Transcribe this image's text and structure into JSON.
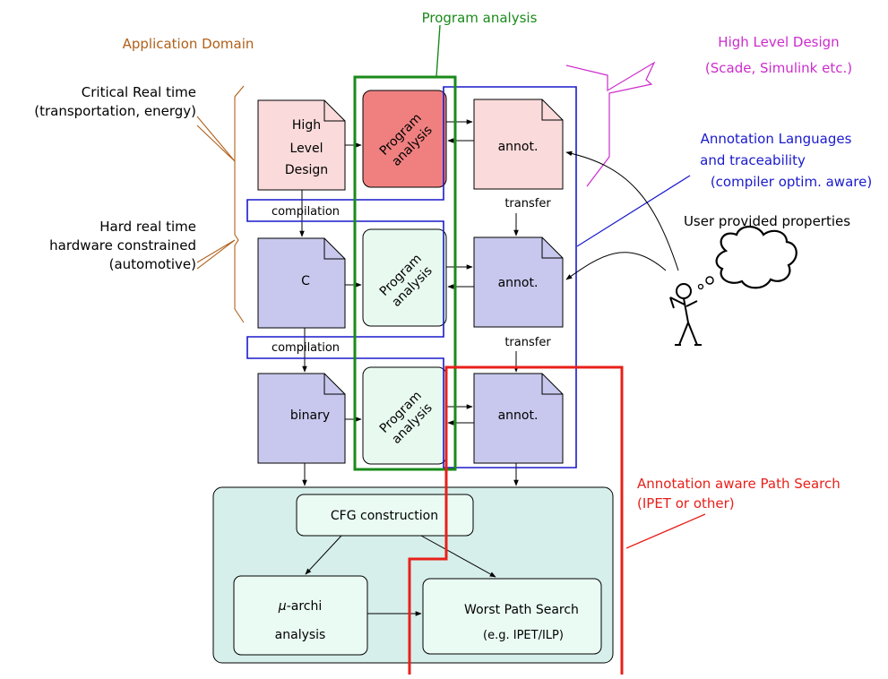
{
  "labels": {
    "program_analysis_title": "Program analysis",
    "application_domain": "Application Domain",
    "high_level_design_title": "High Level Design",
    "high_level_design_subtitle": "(Scade, Simulink etc.)",
    "critical_rt_1": "Critical Real time",
    "critical_rt_2": "(transportation, energy)",
    "hard_rt_1": "Hard real time",
    "hard_rt_2": "hardware constrained",
    "hard_rt_3": "(automotive)",
    "annot_lang_1": "Annotation Languages",
    "annot_lang_2": "and traceability",
    "annot_lang_3": "(compiler optim. aware)",
    "user_props": "User provided properties",
    "path_search_1": "Annotation aware Path Search",
    "path_search_2": "(IPET or other)"
  },
  "docs": {
    "hld_1": "High",
    "hld_2": "Level",
    "hld_3": "Design",
    "c": "C",
    "binary": "binary",
    "annot": "annot."
  },
  "program_analysis_box": {
    "line1": "Program",
    "line2": "analysis"
  },
  "edges": {
    "compilation": "compilation",
    "transfer": "transfer"
  },
  "wcet": {
    "cfg": "CFG construction",
    "uarchi_mu": "μ",
    "uarchi_rest": "-archi",
    "uarchi_2": "analysis",
    "worst_path_1": "Worst Path Search",
    "worst_path_2": "(e.g. IPET/ILP)"
  },
  "colors": {
    "green": "#1a8a1a",
    "blue": "#1a1acc",
    "red": "#e8201a",
    "brown": "#b0601a",
    "magenta": "#cc2ccc",
    "doc_pink": "#fadada",
    "doc_lavender": "#c8c8ee",
    "pa_red": "#f08080",
    "pa_mint": "#e8faf0",
    "wcet_bg": "#d6efea",
    "wcet_box": "#eafbf4"
  }
}
